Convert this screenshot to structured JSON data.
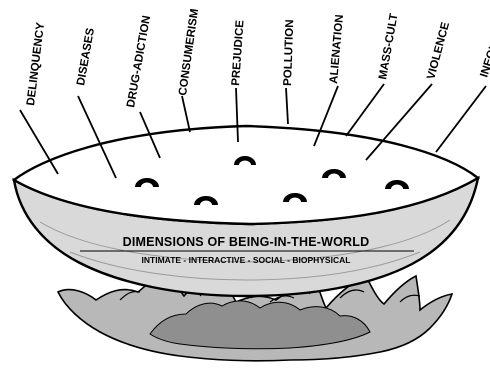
{
  "labels": [
    "DELINQUENCY",
    "DISEASES",
    "DRUG-ADICTION",
    "CONSUMERISM",
    "PREJUDICE",
    "POLLUTION",
    "ALIENATION",
    "MASS-CULT",
    "VIOLENCE",
    "INEQUITY"
  ],
  "bowl": {
    "title": "DIMENSIONS OF BEING-IN-THE-WORLD",
    "subtitle": "INTIMATE - INTERACTIVE - SOCIAL - BIOPHYSICAL"
  },
  "colors": {
    "ink": "#000000",
    "bowl_fill": "#d9d9d9",
    "bowl_top": "#ffffff",
    "flame_fill": "#b8b8b8"
  },
  "icons": {
    "bubbles": "steam-bubble-icon",
    "fire": "fire-icon"
  }
}
